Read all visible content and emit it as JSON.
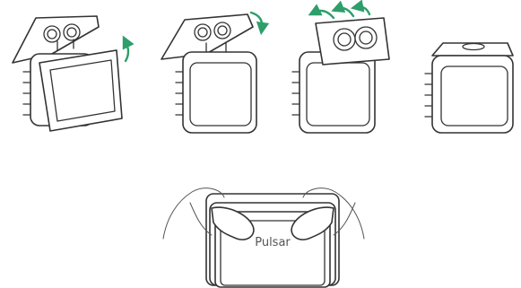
{
  "steps": [
    {
      "arrow_count": 1
    },
    {
      "arrow_count": 1
    },
    {
      "arrow_count": 3
    },
    {
      "arrow_count": 0
    }
  ],
  "bottom_panel": {
    "screen_label": "Pulsar"
  },
  "colors": {
    "arrow": "#2e9e6b",
    "line": "#333333"
  },
  "icons": [
    "curved-arrow-icon",
    "hands-illustration"
  ]
}
